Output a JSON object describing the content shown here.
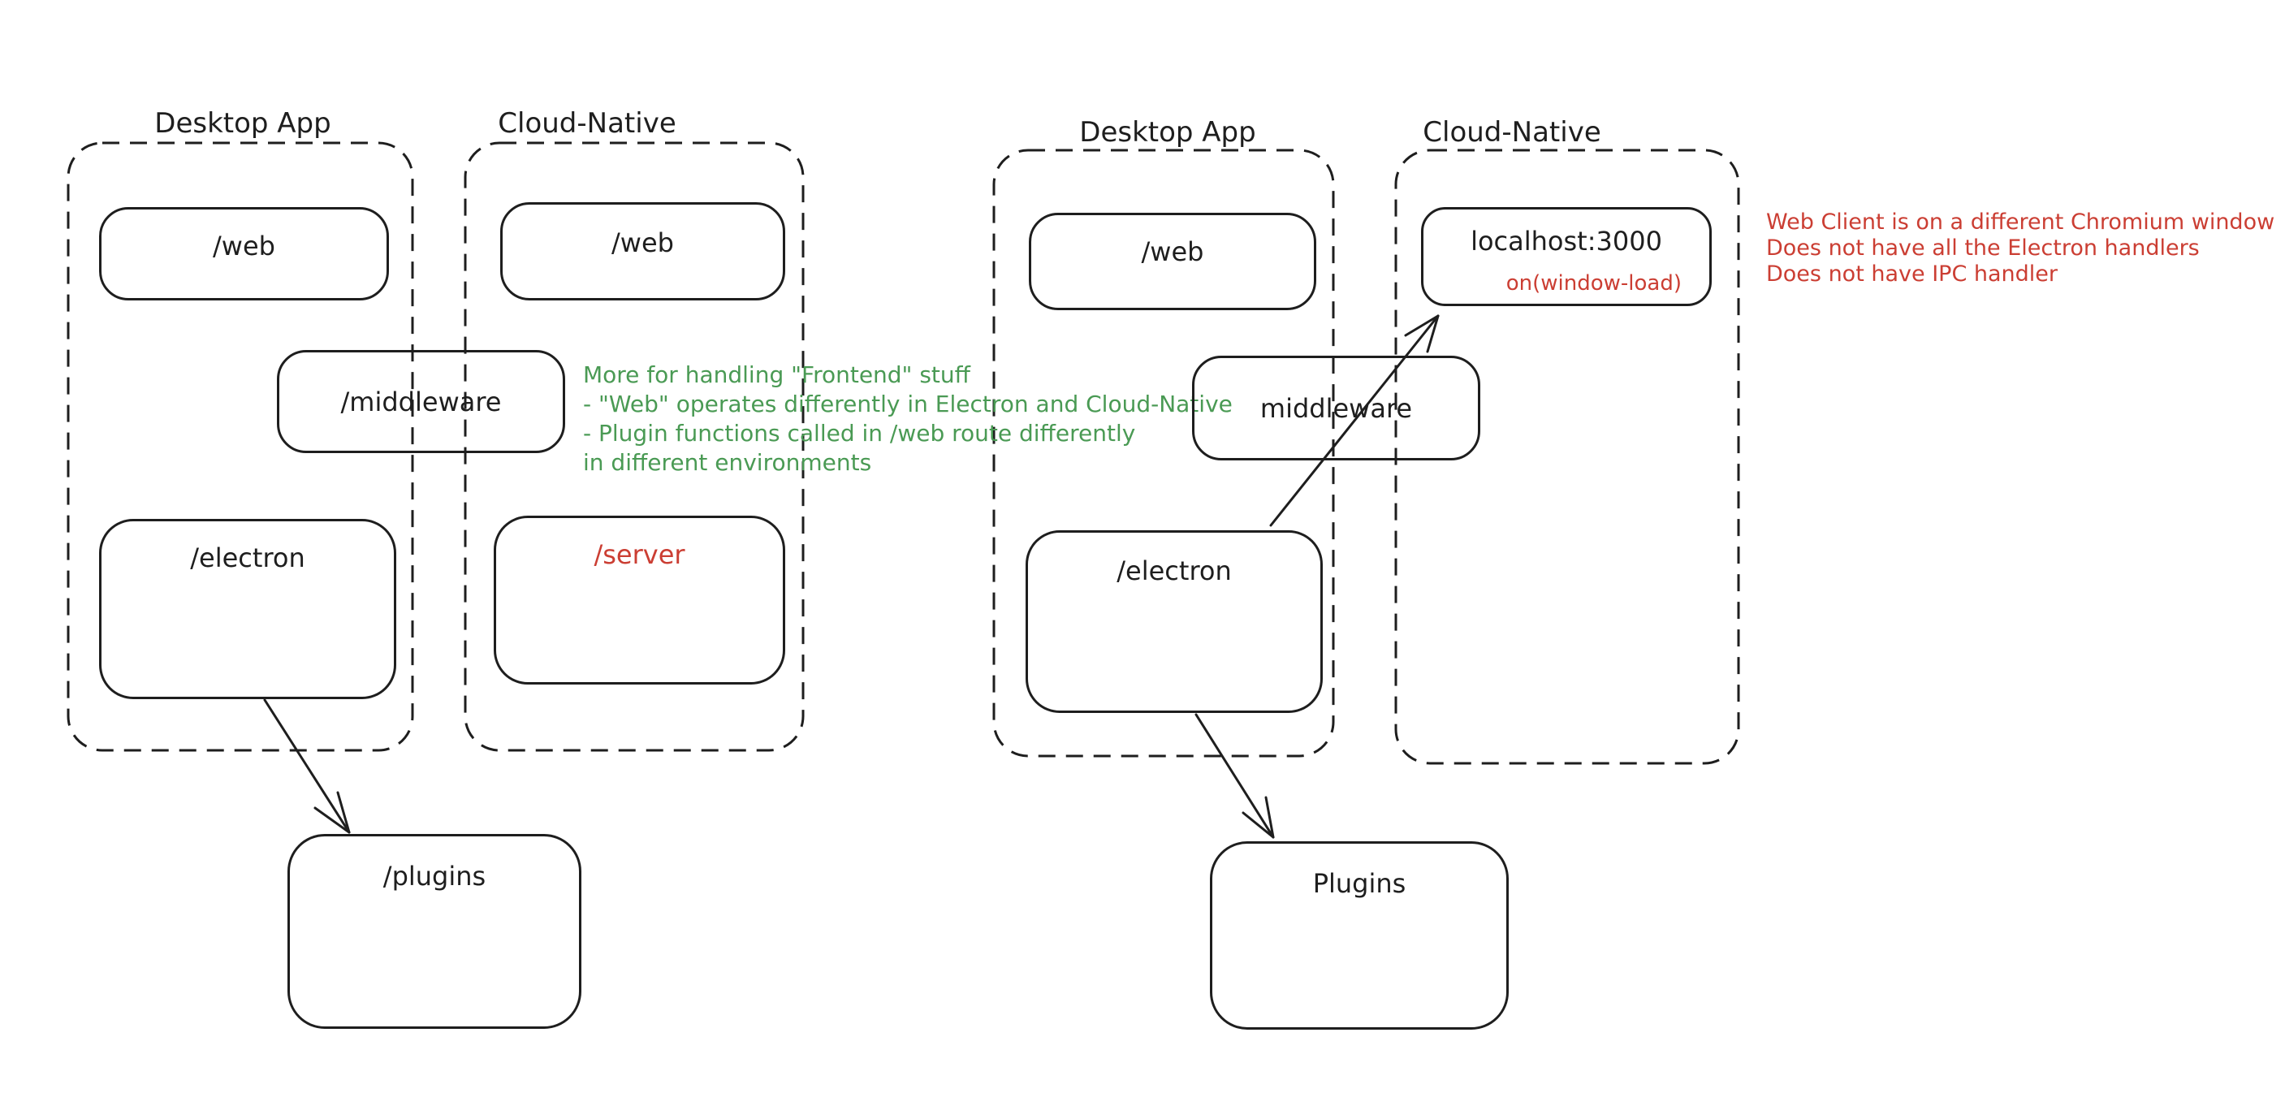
{
  "colors": {
    "stroke": "#1e1e1e",
    "text": "#1e1e1e",
    "green": "#4a9a54",
    "red": "#cb3e33",
    "background": "#ffffff"
  },
  "left": {
    "desktop_title": "Desktop App",
    "cloud_title": "Cloud-Native",
    "desktop_web": "/web",
    "cloud_web": "/web",
    "middleware": "/middleware",
    "electron": "/electron",
    "server": "/server",
    "plugins": "/plugins",
    "green_note": {
      "line1": "More for handling \"Frontend\" stuff",
      "line2": "- \"Web\" operates differently in Electron and Cloud-Native",
      "line3": "- Plugin functions called in /web route differently",
      "line4": "in different environments"
    }
  },
  "right": {
    "desktop_title": "Desktop App",
    "cloud_title": "Cloud-Native",
    "desktop_web": "/web",
    "localhost": "localhost:3000",
    "window_load": "on(window-load)",
    "middleware": "middleware",
    "electron": "/electron",
    "plugins": "Plugins",
    "red_note": {
      "line1": "Web Client is on a different Chromium window",
      "line2": "Does not have all the Electron handlers",
      "line3": "Does not have IPC handler"
    }
  }
}
